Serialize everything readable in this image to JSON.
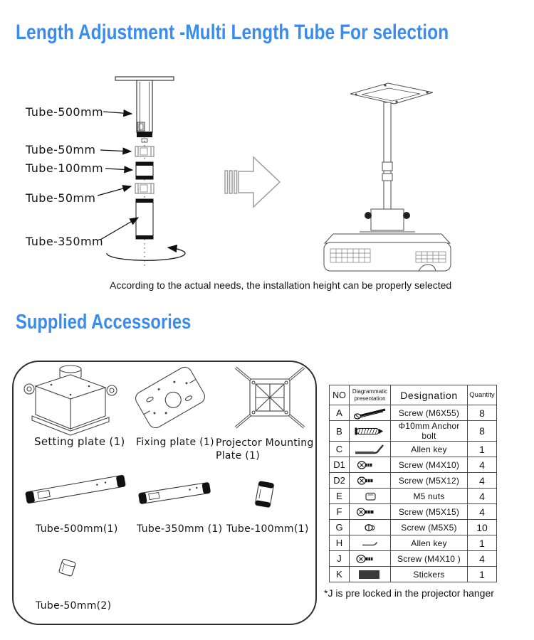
{
  "page": {
    "title1": "Length Adjustment -Multi Length Tube For selection",
    "title2": "Supplied Accessories",
    "caption": "According to the actual needs, the installation height can be properly selected",
    "footnote": "*J is pre locked in the projector hanger",
    "accent_color": "#3a8cee"
  },
  "exploded": {
    "labels": [
      {
        "text": "Tube-500mm"
      },
      {
        "text": "Tube-50mm"
      },
      {
        "text": "Tube-100mm"
      },
      {
        "text": "Tube-50mm"
      },
      {
        "text": "Tube-350mm"
      }
    ]
  },
  "accessories": {
    "items": [
      {
        "label": "Setting plate (1)",
        "icon": "setting-plate"
      },
      {
        "label": "Fixing plate (1)",
        "icon": "fixing-plate"
      },
      {
        "label": "Projector Mounting Plate (1)",
        "icon": "projector-mounting-plate"
      },
      {
        "label": "Tube-500mm(1)",
        "icon": "tube-500"
      },
      {
        "label": "Tube-350mm (1)",
        "icon": "tube-350"
      },
      {
        "label": "Tube-100mm(1)",
        "icon": "tube-100"
      },
      {
        "label": "Tube-50mm(2)",
        "icon": "tube-50"
      }
    ]
  },
  "table": {
    "headers": {
      "no": "NO",
      "diagram": "Diagrammatic presentation",
      "designation": "Designation",
      "quantity": "Quantity"
    },
    "rows": [
      {
        "no": "A",
        "icon": "long-screw",
        "designation": "Screw (M6X55)",
        "qty": "8"
      },
      {
        "no": "B",
        "icon": "anchor-bolt",
        "designation": "Φ10mm Anchor bolt",
        "qty": "8"
      },
      {
        "no": "C",
        "icon": "allen-key",
        "designation": "Allen key",
        "qty": "1"
      },
      {
        "no": "D1",
        "icon": "pan-screw",
        "designation": "Screw (M4X10)",
        "qty": "4"
      },
      {
        "no": "D2",
        "icon": "pan-screw",
        "designation": "Screw (M5X12)",
        "qty": "4"
      },
      {
        "no": "E",
        "icon": "nut",
        "designation": "M5  nuts",
        "qty": "4"
      },
      {
        "no": "F",
        "icon": "pan-screw",
        "designation": "Screw (M5X15)",
        "qty": "4"
      },
      {
        "no": "G",
        "icon": "grub-screw",
        "designation": "Screw (M5X5)",
        "qty": "10"
      },
      {
        "no": "H",
        "icon": "allen-key-small",
        "designation": "Allen key",
        "qty": "1"
      },
      {
        "no": "J",
        "icon": "pan-screw",
        "designation": "Screw (M4X10 )",
        "qty": "4"
      },
      {
        "no": "K",
        "icon": "sticker",
        "designation": "Stickers",
        "qty": "1"
      }
    ]
  }
}
